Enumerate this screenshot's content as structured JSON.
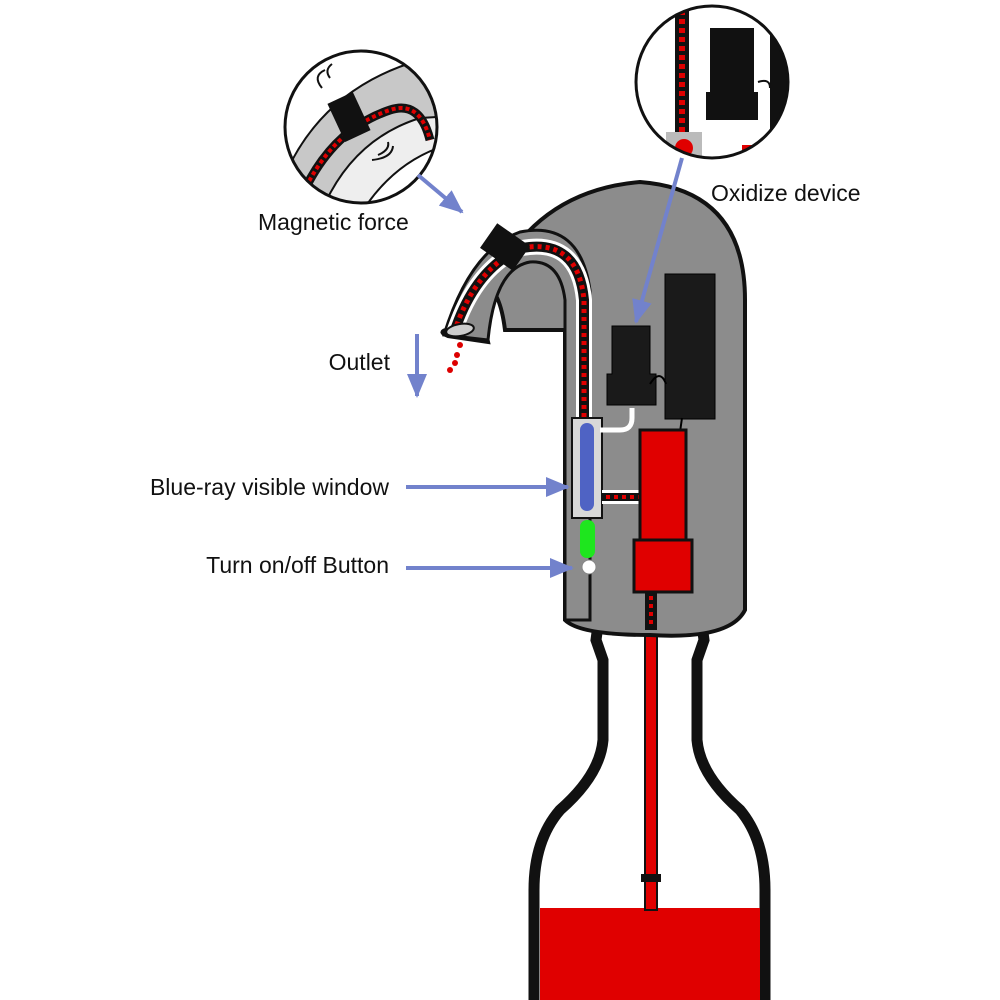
{
  "title": "Electric wine aerator diagram",
  "labels": {
    "magnetic_force": "Magnetic force",
    "oxidize_device": "Oxidize device",
    "outlet": "Outlet",
    "blue_ray_window": "Blue-ray visible window",
    "power_button": "Turn on/off Button"
  },
  "colors": {
    "arrow": "#7282cc",
    "body": "#8c8c8c",
    "wine": "#e00000",
    "window": "#4f63c4",
    "indicator": "#1ee61e",
    "outline": "#111111"
  }
}
